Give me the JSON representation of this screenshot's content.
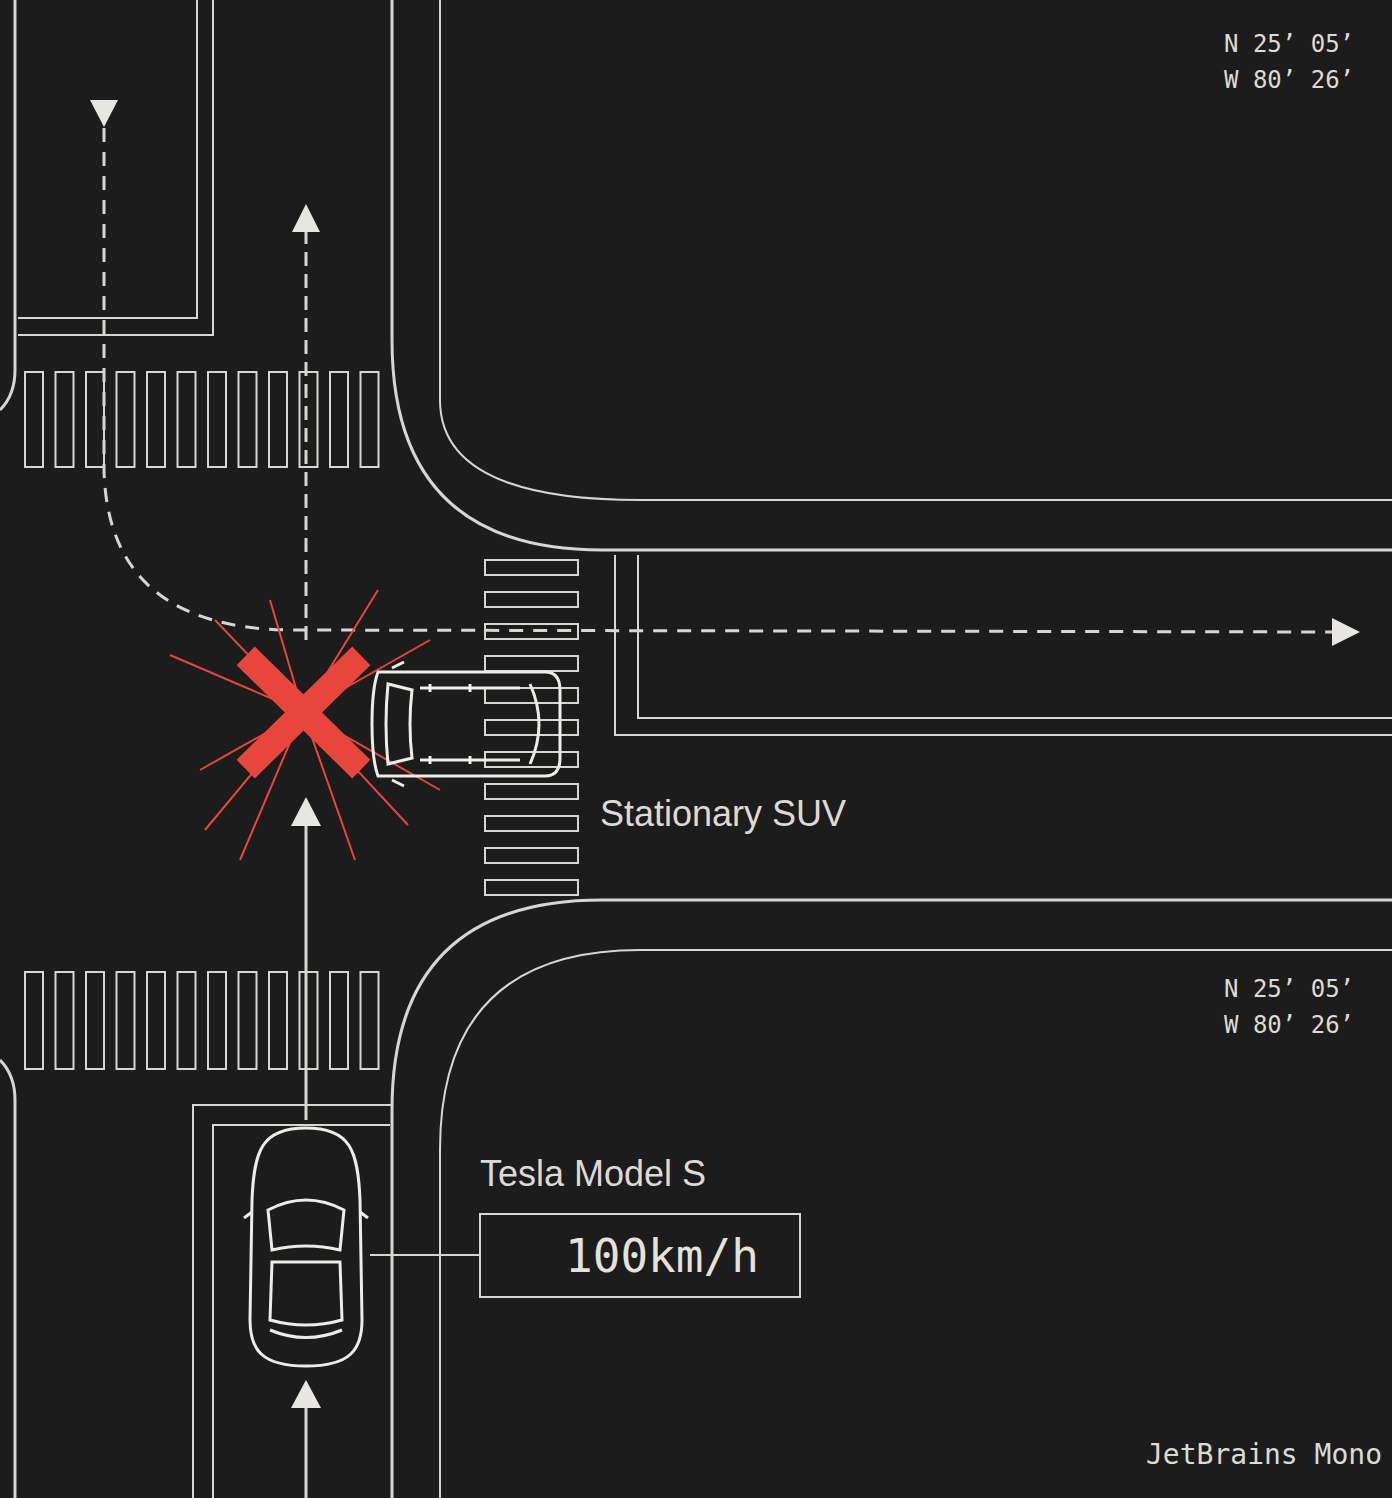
{
  "diagram": {
    "nodes": [
      {
        "text": [
          "100km/h"
        ]
      }
    ],
    "labels": [
      "Stationary SUV",
      "Tesla Model S",
      "N 25’ 05’",
      "W 80’ 26’",
      "N 25’ 05’",
      "W 80’ 26’",
      "JetBrains Mono"
    ]
  }
}
